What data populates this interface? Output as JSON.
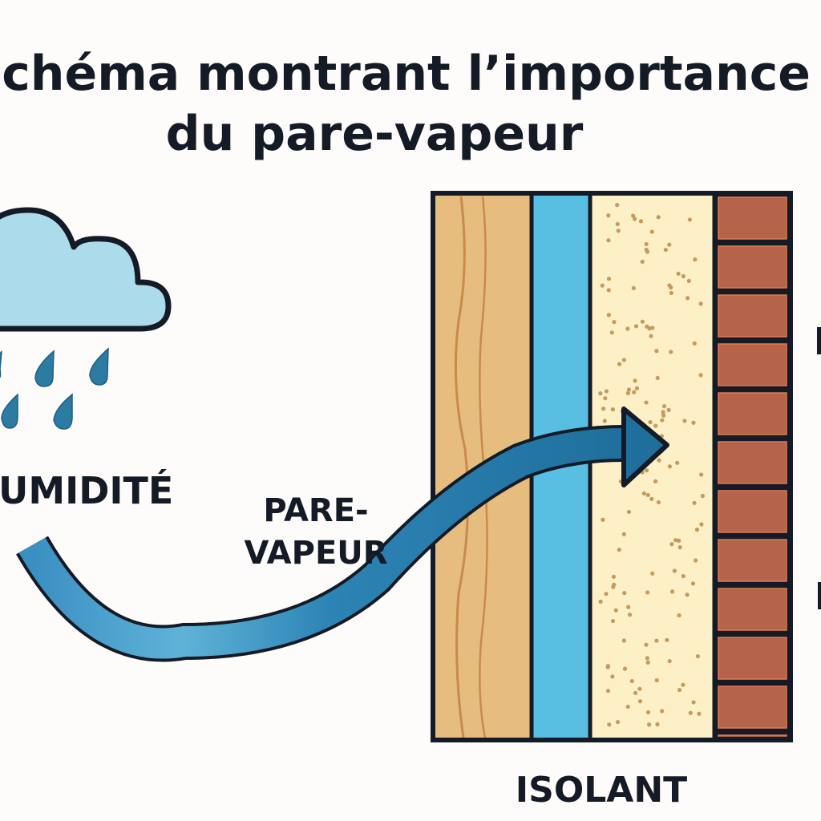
{
  "title": {
    "line1": "Schéma montrant l’importance",
    "line2": "du pare-vapeur"
  },
  "labels": {
    "humidity": "UMIDITÉ",
    "vapor_barrier_line1": "PARE-",
    "vapor_barrier_line2": "VAPEUR",
    "insulation": "ISOLANT"
  },
  "colors": {
    "cloud": "#acdcec",
    "drop": "#2b7ba3",
    "arrow": "#2479a6",
    "wood": "#e6bd7e",
    "barrier": "#58bfe3",
    "insulation": "#fdefc6",
    "brick": "#b5634a",
    "outline": "#141a26"
  }
}
